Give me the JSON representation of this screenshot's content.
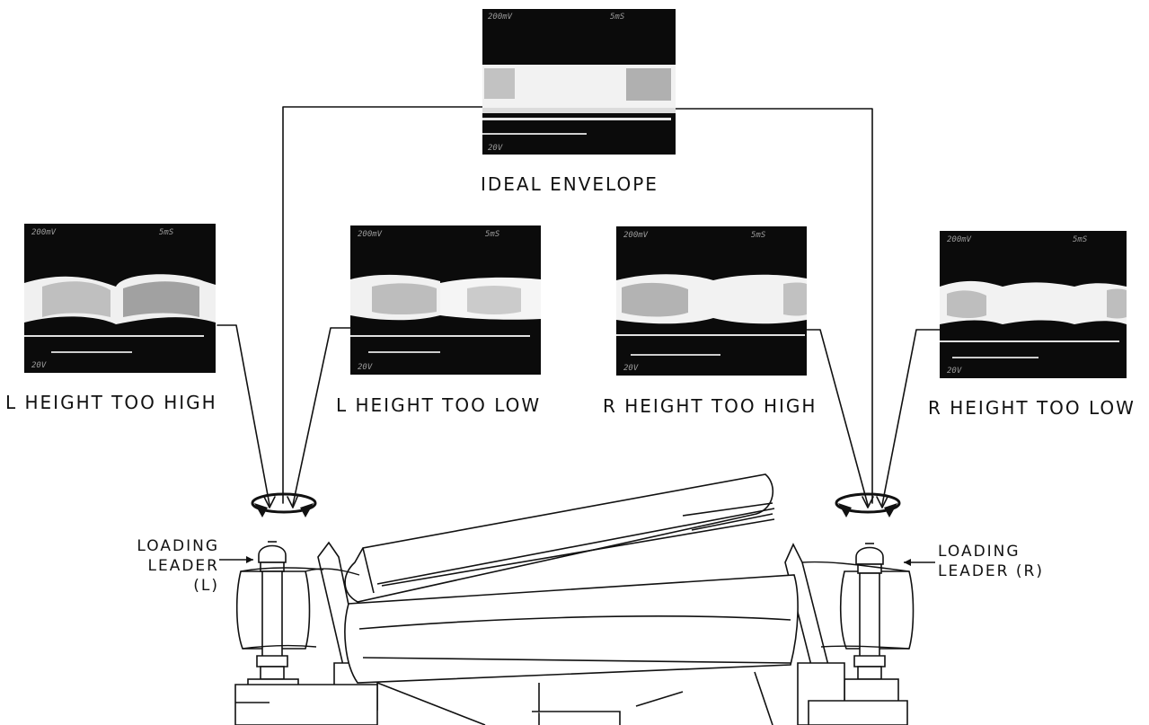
{
  "ideal": {
    "caption": "IDEAL ENVELOPE",
    "volts_div": "200mV",
    "time_div": "5mS",
    "scale_bottom": "20V"
  },
  "panels": [
    {
      "caption": "L HEIGHT TOO HIGH",
      "volts_div": "200mV",
      "time_div": "5mS",
      "scale_bottom": "20V"
    },
    {
      "caption": "L HEIGHT TOO LOW",
      "volts_div": "200mV",
      "time_div": "5mS",
      "scale_bottom": "20V"
    },
    {
      "caption": "R HEIGHT TOO HIGH",
      "volts_div": "200mV",
      "time_div": "5mS",
      "scale_bottom": "20V"
    },
    {
      "caption": "R HEIGHT TOO LOW",
      "volts_div": "200mV",
      "time_div": "5mS",
      "scale_bottom": "20V"
    }
  ],
  "guides": {
    "left": {
      "line1": "LOADING",
      "line2": "LEADER (L)"
    },
    "right": {
      "line1": "LOADING",
      "line2": "LEADER (R)"
    }
  }
}
